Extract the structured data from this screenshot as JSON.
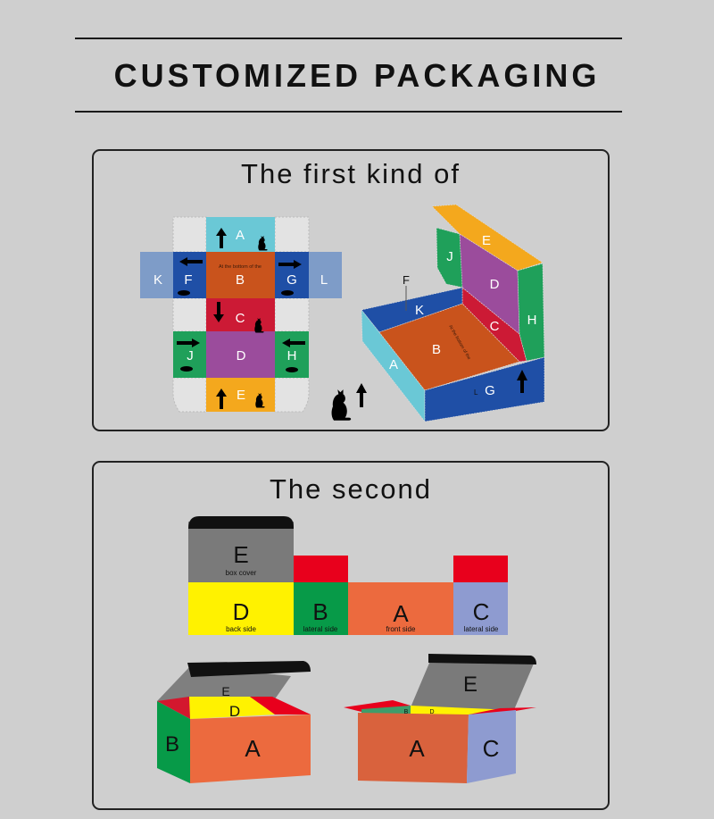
{
  "header": {
    "title": "CUSTOMIZED PACKAGING"
  },
  "section1": {
    "title": "The first kind of",
    "net": {
      "A": "A",
      "B": "B",
      "C": "C",
      "D": "D",
      "E": "E",
      "F": "F",
      "G": "G",
      "H": "H",
      "J": "J",
      "K": "K",
      "L": "L",
      "bottom_note": "At the bottom of the"
    },
    "box3d": {
      "A": "A",
      "B": "B",
      "C": "C",
      "D": "D",
      "E": "E",
      "F": "F",
      "G": "G",
      "H": "H",
      "J": "J",
      "K": "K",
      "L": "L",
      "bottom_note": "At the bottom of the"
    }
  },
  "section2": {
    "title": "The second",
    "net": {
      "E": "E",
      "E_caption": "box cover",
      "D": "D",
      "D_caption": "back side",
      "B": "B",
      "B_caption": "lateral side",
      "A": "A",
      "A_caption": "front side",
      "C": "C",
      "C_caption": "lateral side"
    },
    "box1": {
      "A": "A",
      "B": "B",
      "D": "D",
      "E": "E"
    },
    "box2": {
      "A": "A",
      "B": "B",
      "C": "C",
      "D": "D",
      "E": "E"
    }
  },
  "colors": {
    "background": "#cfcfcf",
    "cyan": "#6ac8d6",
    "orange_brown": "#c9531c",
    "red": "#cc1a35",
    "purple": "#9b4c9c",
    "yellow_orange": "#f4a81d",
    "blue": "#1f4fa6",
    "light_blue": "#7e9cc8",
    "green": "#1fa05a",
    "gray": "#7a7a7a",
    "yellow": "#fff200",
    "bright_red": "#e8001c",
    "green2": "#079a48",
    "coral": "#ec6a3e",
    "lavender": "#8e9bd0"
  }
}
